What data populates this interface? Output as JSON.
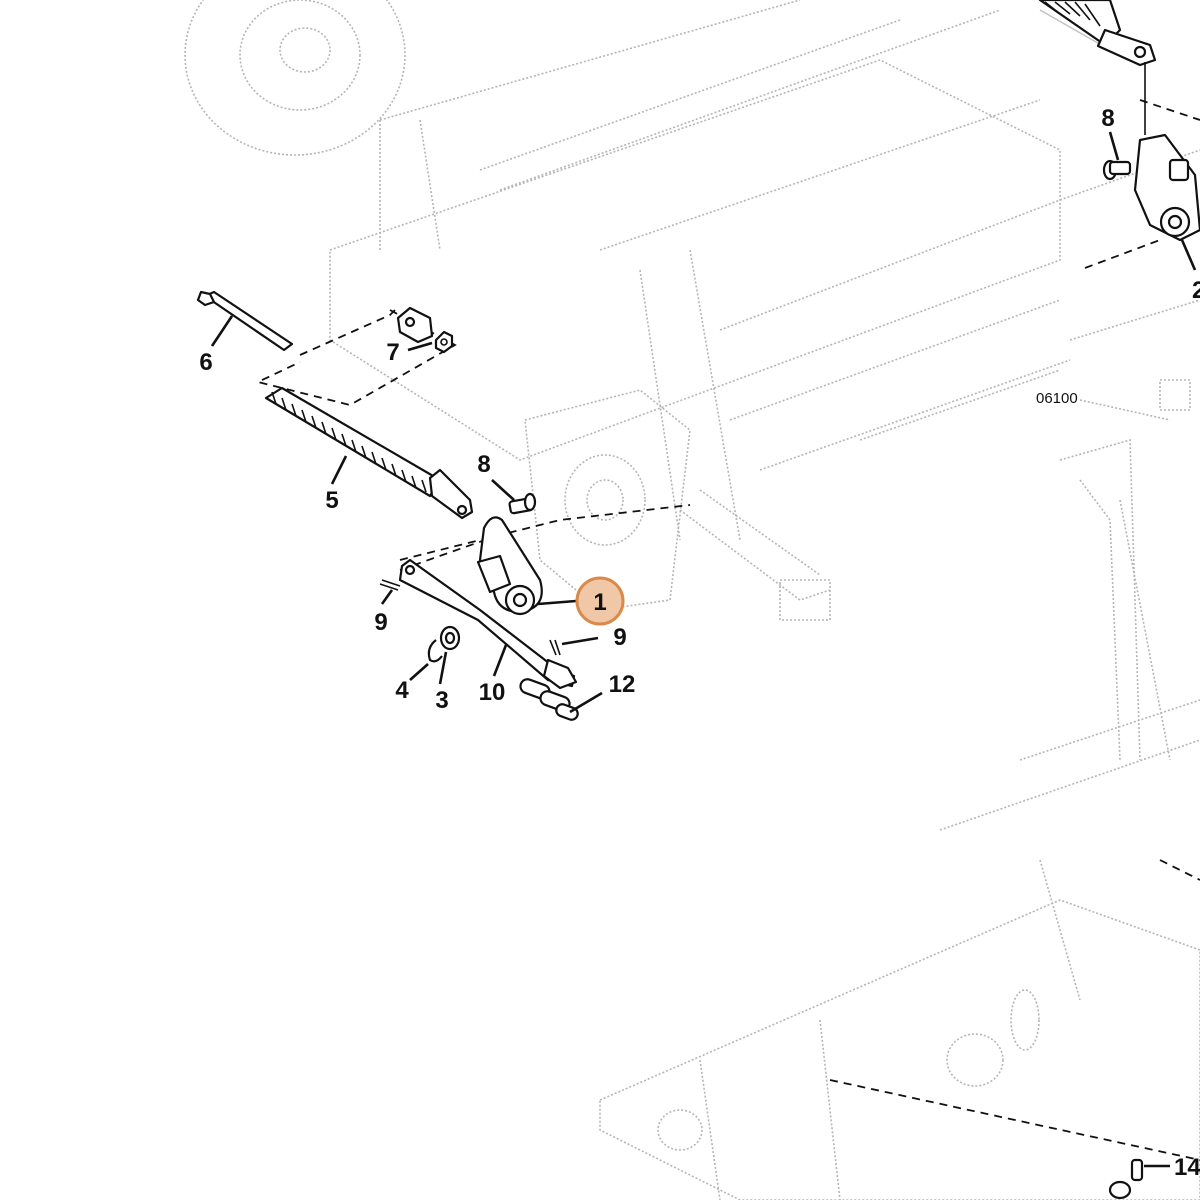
{
  "drawing": {
    "reference_code": "06100",
    "highlighted_callout": "1",
    "highlight_color": "#f0c8a8",
    "highlight_border_color": "#d98a4a"
  },
  "callouts": [
    {
      "id": "c1",
      "label": "1"
    },
    {
      "id": "c2",
      "label": "2"
    },
    {
      "id": "c3",
      "label": "3"
    },
    {
      "id": "c4",
      "label": "4"
    },
    {
      "id": "c5",
      "label": "5"
    },
    {
      "id": "c6",
      "label": "6"
    },
    {
      "id": "c7",
      "label": "7"
    },
    {
      "id": "c8a",
      "label": "8"
    },
    {
      "id": "c8b",
      "label": "8"
    },
    {
      "id": "c9a",
      "label": "9"
    },
    {
      "id": "c9b",
      "label": "9"
    },
    {
      "id": "c10",
      "label": "10"
    },
    {
      "id": "c12",
      "label": "12"
    },
    {
      "id": "c14",
      "label": "14"
    }
  ]
}
